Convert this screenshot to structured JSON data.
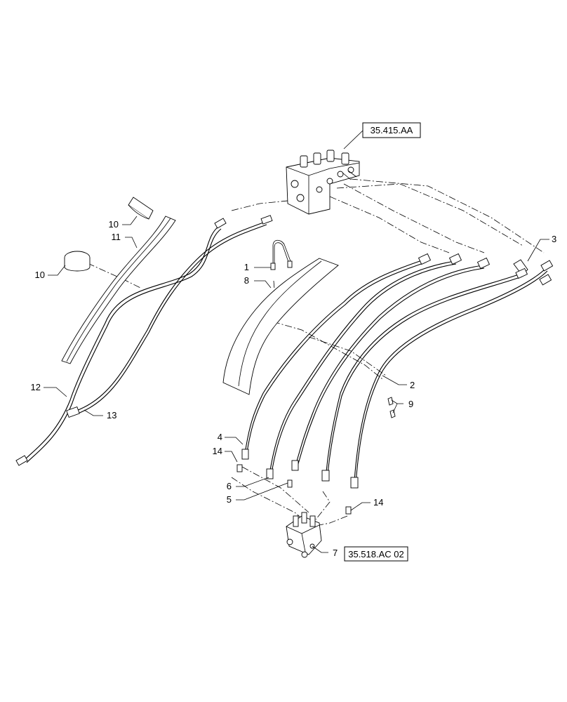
{
  "references": {
    "top": "35.415.AA",
    "bottom": "35.518.AC 02"
  },
  "callouts": {
    "c1": "1",
    "c2": "2",
    "c3": "3",
    "c4": "4",
    "c5": "5",
    "c6": "6",
    "c7": "7",
    "c8": "8",
    "c9": "9",
    "c10a": "10",
    "c10b": "10",
    "c11": "11",
    "c12": "12",
    "c13": "13",
    "c14a": "14",
    "c14b": "14"
  }
}
